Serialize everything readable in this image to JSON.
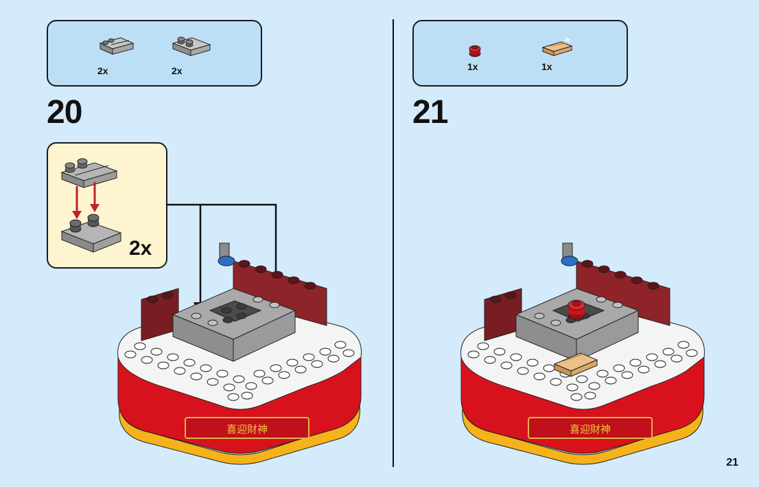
{
  "step20": {
    "number": "20",
    "parts": [
      {
        "icon": "gray-plate-with-rail-icon",
        "qty": "2x"
      },
      {
        "icon": "gray-plate-with-studs-icon",
        "qty": "2x"
      }
    ],
    "subassembly_qty": "2x"
  },
  "step21": {
    "number": "21",
    "parts": [
      {
        "icon": "red-round-stud-icon",
        "qty": "1x"
      },
      {
        "icon": "gold-tile-icon",
        "qty": "1x"
      }
    ]
  },
  "page_number": "21",
  "base_banner_text": "喜迎財神",
  "colors": {
    "background": "#d3ebfa",
    "parts_box": "#bddff6",
    "subassembly_box": "#fef4cf",
    "arrow_red": "#c0202a",
    "base_red": "#d8121c",
    "base_yellow": "#f6b21b",
    "dark_red": "#7a1d22",
    "gray": "#a3a3a3",
    "dark_gray": "#555555",
    "gold": "#e7b878"
  }
}
